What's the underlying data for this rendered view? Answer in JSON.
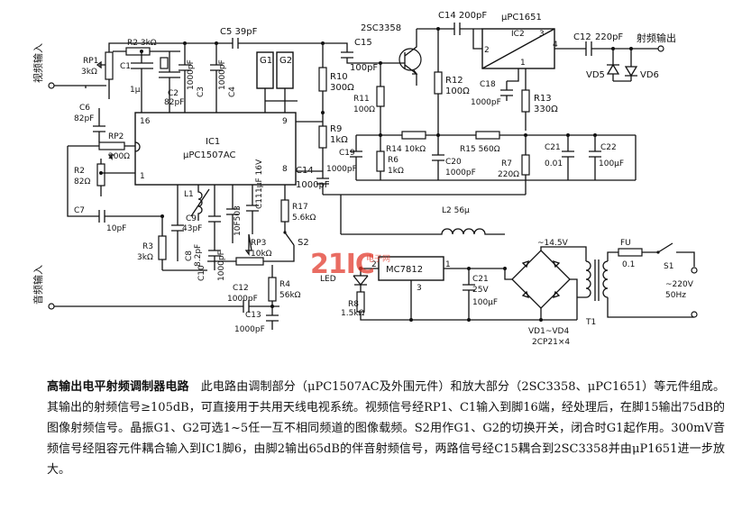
{
  "labels": {
    "video_in": "视频输入",
    "audio_in": "音频输入",
    "rf_out": "射频输出",
    "ic1": "IC1",
    "ic1_part": "μPC1507AC",
    "ic2": "IC2",
    "ic2_part": "μPC1651",
    "q1": "2SC3358",
    "reg": "MC7812",
    "ac_in": "~220V",
    "ac_freq": "50Hz",
    "ac_out": "~14.5V",
    "fuse": "FU",
    "fuse_val": "0.1",
    "switch_s1": "S1",
    "switch_s2": "S2",
    "transformer": "T1",
    "diodes": "VD1~VD4",
    "diodes_part": "2CP21×4",
    "led": "LED",
    "pin16": "16",
    "pin1": "1",
    "pin9": "9",
    "pin8": "8",
    "ic2_pin1": "1",
    "ic2_pin2": "2",
    "ic2_pin3": "3",
    "ic2_pin4": "4",
    "reg_pin1": "1",
    "reg_pin2": "2",
    "reg_pin3": "3",
    "rp1": "RP1",
    "rp1_val": "3kΩ",
    "r2a": "R2 3kΩ",
    "c1": "C1",
    "c1_val": "1μ",
    "c2": "C2",
    "c2_val": "82pF",
    "c3": "C3",
    "c3_val": "1000pF",
    "c4": "C4",
    "c4_val": "1000pF",
    "c5": "C5 39pF",
    "g1": "G1",
    "g2": "G2",
    "r10": "R10",
    "r10_val": "300Ω",
    "c6": "C6",
    "c6_val": "82pF",
    "rp2": "RP2",
    "rp2_val": "200Ω",
    "r2b": "R2",
    "r2b_val": "82Ω",
    "c7": "C7",
    "c7_val": "10pF",
    "r9": "R9",
    "r9_val": "1kΩ",
    "c14b": "C14",
    "c14b_val": "1000pF",
    "c15": "C15",
    "c15_val": "100pF",
    "c14a": "C14 200pF",
    "r11": "R11",
    "r11_val": "100Ω",
    "r12": "R12",
    "r12_val": "100Ω",
    "c18": "C18",
    "c18_val": "1000pF",
    "r13": "R13",
    "r13_val": "330Ω",
    "c12a": "C12",
    "c12a_val": "220pF",
    "vd5": "VD5",
    "vd6": "VD6",
    "r14": "R14 10kΩ",
    "r15": "R15 560Ω",
    "c19": "C19",
    "c19_val": "1000pF",
    "r6": "R6",
    "r6_val": "1kΩ",
    "c20": "C20",
    "c20_val": "1000pF",
    "r7": "R7",
    "r7_val": "220Ω",
    "c21a": "C21",
    "c21a_val": "0.01",
    "c22": "C22",
    "c22_val": "100μF",
    "l1": "L1",
    "c9": "C9",
    "c9_val": "43pF",
    "c10": "C10",
    "c10_val": "1000pF",
    "c11": "C11",
    "c11_val": "1μF 16V",
    "c8": "C8",
    "c8_val": "8.2pF",
    "r3": "R3",
    "r3_val": "3kΩ",
    "cap_10f": "10F503",
    "r17": "R17",
    "r17_val": "5.6kΩ",
    "rp3": "RP3",
    "rp3_val": "10kΩ",
    "c12b": "C12",
    "c12b_val": "1000pF",
    "r4": "R4",
    "r4_val": "56kΩ",
    "c13": "C13",
    "c13_val": "1000pF",
    "l2": "L2 56μ",
    "r8": "R8",
    "r8_val": "1.5kΩ",
    "c21b": "C21",
    "c21b_v": "25V",
    "c21b_val": "100μF"
  },
  "watermark": {
    "logo": "21IC",
    "text": "电子网"
  },
  "caption": {
    "title": "高输出电平射频调制器电路",
    "body": "此电路由调制部分（μPC1507AC及外围元件）和放大部分（2SC3358、μPC1651）等元件组成。其输出的射频信号≥105dB，可直接用于共用天线电视系统。视频信号经RP1、C1输入到脚16端，经处理后，在脚15输出75dB的图像射频信号。晶振G1、G2可选1~5任一互不相同频道的图像载频。S2用作G1、G2的切换开关，闭合时G1起作用。300mV音频信号经阻容元件耦合输入到IC1脚6，由脚2输出65dB的伴音射频信号，两路信号经C15耦合到2SC3358并由μP1651进一步放大。"
  }
}
